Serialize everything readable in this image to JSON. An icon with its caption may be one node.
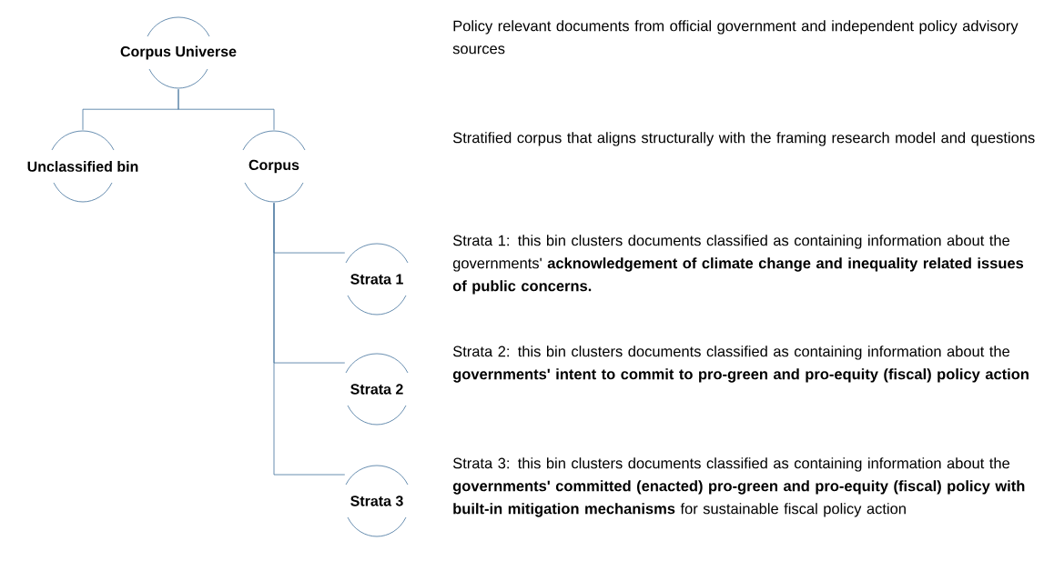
{
  "diagram": {
    "nodes": [
      {
        "text": [
          "Corpus Universe"
        ]
      },
      {
        "text": [
          "Unclassified bin"
        ]
      },
      {
        "text": [
          "Corpus"
        ]
      },
      {
        "text": [
          "Strata 1"
        ]
      },
      {
        "text": [
          "Strata 2"
        ]
      },
      {
        "text": [
          "Strata 3"
        ]
      }
    ],
    "edges": [
      {
        "from": 0,
        "to": 1,
        "arrow": "none"
      },
      {
        "from": 0,
        "to": 2,
        "arrow": "none"
      },
      {
        "from": 2,
        "to": 3,
        "arrow": "none"
      },
      {
        "from": 2,
        "to": 4,
        "arrow": "none"
      },
      {
        "from": 2,
        "to": 5,
        "arrow": "none"
      }
    ],
    "labels": [
      "Policy relevant documents from official government and independent policy advisory sources",
      "Stratified corpus that aligns structurally with the framing research model and questions",
      "Strata 1: this bin clusters documents classified as containing information about the governments' **acknowledgement of climate change and inequality related issues of public concerns.**",
      "Strata 2: this bin clusters documents classified as containing information about the **governments' intent to commit to pro-green and pro-equity (fiscal) policy action**",
      "Strata 3: this bin clusters documents classified as containing information about the **governments' committed (enacted) pro-green and pro-equity (fiscal) policy with built-in mitigation mechanisms** for sustainable fiscal policy action"
    ]
  }
}
